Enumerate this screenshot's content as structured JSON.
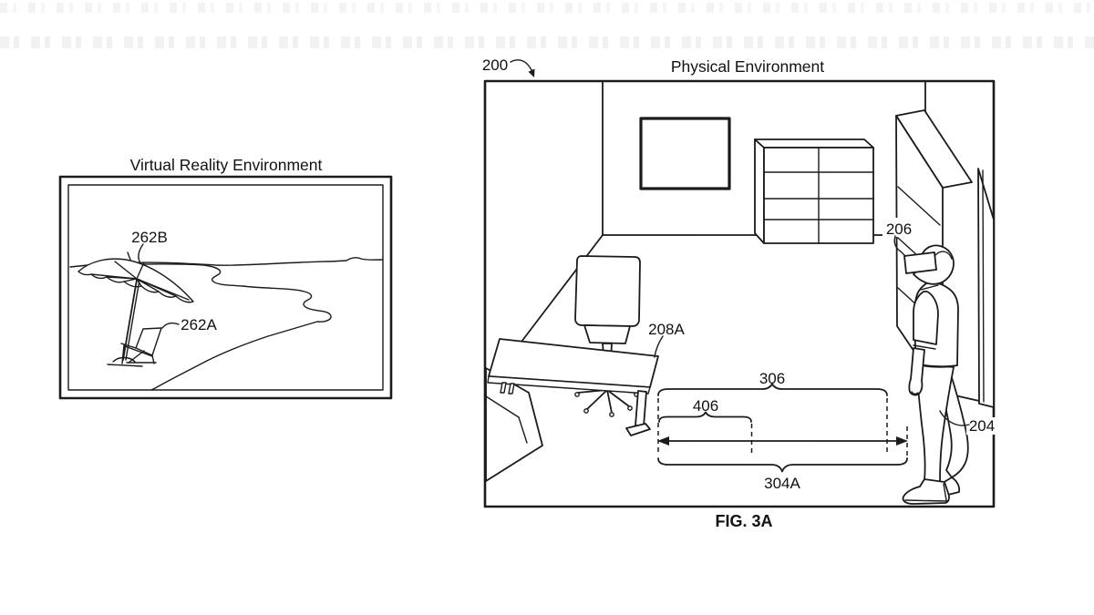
{
  "figure": {
    "caption": "FIG. 3A"
  },
  "style": {
    "ink": "#1b1b1b",
    "paper": "#ffffff"
  },
  "vr_panel": {
    "title": "Virtual Reality Environment",
    "labels": {
      "umbrella": "262B",
      "beach_chair": "262A"
    }
  },
  "physical_panel": {
    "title": "Physical Environment",
    "labels": {
      "environment": "200",
      "vr_headset": "206",
      "desk": "208A",
      "user": "204",
      "span_306": "306",
      "span_406": "406",
      "span_304A": "304A"
    }
  }
}
